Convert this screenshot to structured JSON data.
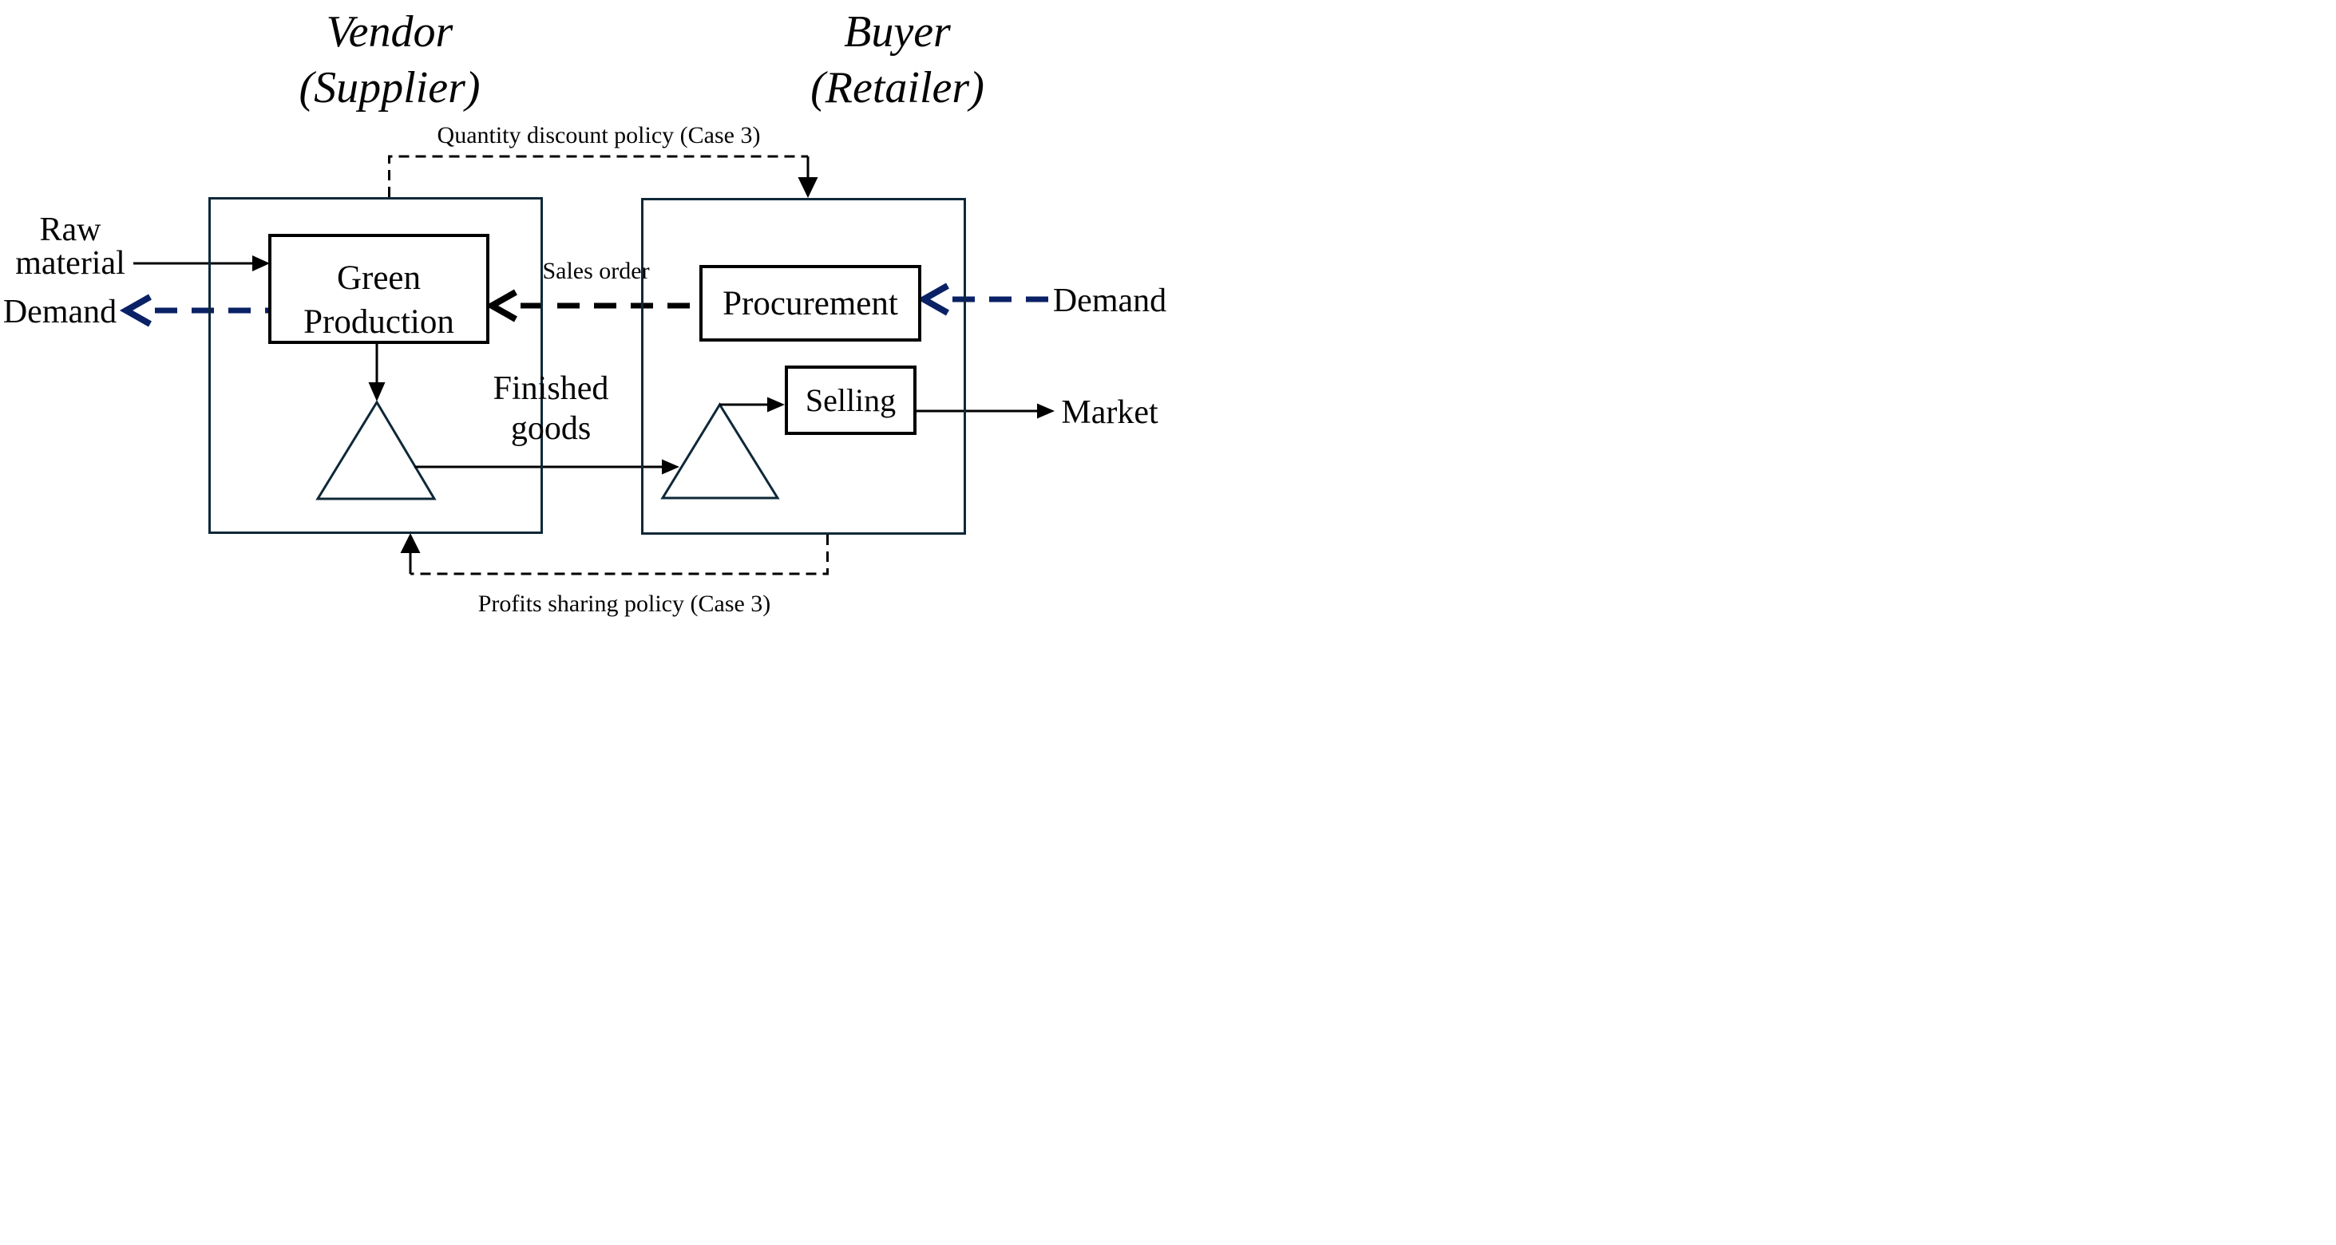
{
  "figure": {
    "vendor_title": {
      "line1": "Vendor",
      "line2": "(Supplier)"
    },
    "buyer_title": {
      "line1": "Buyer",
      "line2": "(Retailer)"
    },
    "policy_labels": {
      "quantity_discount": "Quantity discount policy (Case 3)",
      "profits_sharing": "Profits sharing policy (Case 3)",
      "sales_order": "Sales order"
    },
    "vendor": {
      "process_box": {
        "line1": "Green",
        "line2": "Production"
      },
      "input_label": {
        "line1": "Raw",
        "line2": "material"
      },
      "demand_label": "Demand"
    },
    "buyer": {
      "procurement_box": "Procurement",
      "selling_box": "Selling",
      "demand_label": "Demand",
      "market_label": "Market"
    },
    "flow_labels": {
      "finished_goods": {
        "line1": "Finished",
        "line2": "goods"
      }
    }
  },
  "colors": {
    "container_border": "#0e2838",
    "process_border": "#000000",
    "triangle_outline": "#0e2838",
    "demand_arrow_blue": "#0a2166",
    "flow_arrow_black": "#000000",
    "text": "#050505",
    "background": "#ffffff"
  }
}
